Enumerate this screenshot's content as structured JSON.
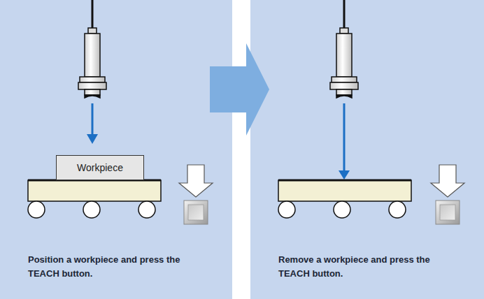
{
  "diagram": {
    "nodes": [
      {
        "text": [
          "Position a workpiece and press the TEACH button."
        ]
      },
      {
        "text": [
          "Workpiece"
        ],
        "in": 0
      },
      {
        "text": [
          "Remove a workpiece and press the TEACH button."
        ]
      }
    ],
    "edges": [
      {
        "from": 0,
        "to": 2,
        "arrow": "to"
      }
    ]
  }
}
